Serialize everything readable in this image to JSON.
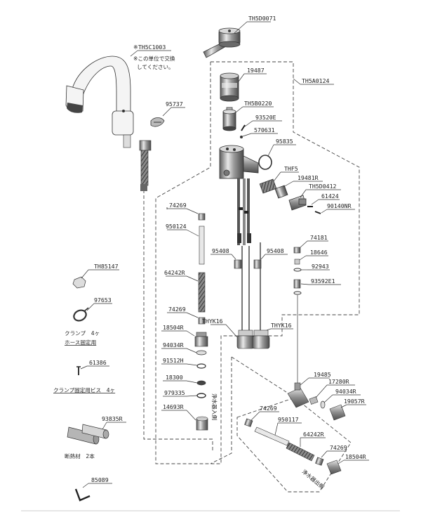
{
  "labels": {
    "handle": "TH5D0071",
    "spout": "※TH5C1003",
    "spout_note_1": "※この単位で交換",
    "spout_note_2": "してください。",
    "cartridge_cap": "19487",
    "cartridge": "TH5B0220",
    "body_set": "TH5A0124",
    "screw_a": "93520E",
    "pin": "570631",
    "oring": "95835",
    "clip": "95737",
    "thf5": "THF5",
    "p19481r": "19481R",
    "p5d0412": "TH5D0412",
    "p61424": "61424",
    "p90140nr": "90140NR",
    "p74269_a": "74269",
    "p950124": "950124",
    "p95408_a": "95408",
    "p95408_b": "95408",
    "p74181": "74181",
    "p18646": "18646",
    "p92943": "92943",
    "p93592e1": "93592E1",
    "p64242r_a": "64242R",
    "p74269_b": "74269",
    "thyk16_a": "THYK16",
    "thyk16_b": "THYK16",
    "p18504r_a": "18504R",
    "p94034r_a": "94034R",
    "p91512h": "91512H",
    "p18300": "18300",
    "p979335": "979335",
    "p14693r": "14693R",
    "p19485": "19485",
    "p17280r": "17280R",
    "p94034r_b": "94034R",
    "p19057r": "19057R",
    "p74269_c": "74269",
    "p950117": "950117",
    "p64242r_b": "64242R",
    "p74269_d": "74269",
    "p18504r_b": "18504R",
    "p85147": "TH85147",
    "p97653": "97653",
    "clamp_note_1": "クランプ　4ヶ",
    "clamp_note_2": "ホース固定用",
    "p61386": "61386",
    "screw_note": "クランプ固定用ビス　4ヶ",
    "p93835r": "93835R",
    "insul_note": "断熱材　2本",
    "p85089": "85089",
    "purifier_in": "浄水器入側",
    "purifier_out": "浄水器出側"
  },
  "colors": {
    "line": "#333333",
    "chrome_dark": "#6e6e6e",
    "chrome_light": "#e6e6e6",
    "spout_fill": "#f4f4f4"
  }
}
